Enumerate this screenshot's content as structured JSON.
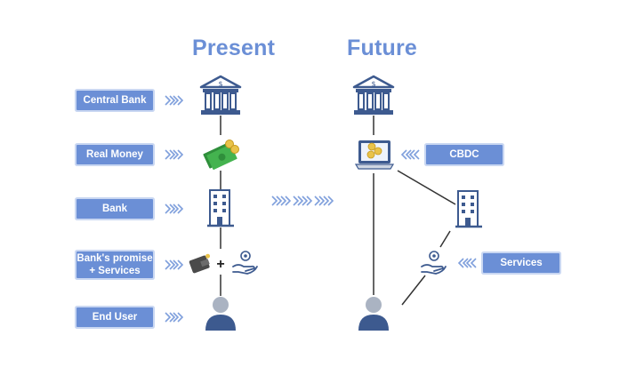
{
  "titles": {
    "present": "Present",
    "future": "Future"
  },
  "present_labels": {
    "central_bank": "Central Bank",
    "real_money": "Real Money",
    "bank": "Bank",
    "banks_promise_line1": "Bank's promise",
    "banks_promise_line2": "+ Services",
    "end_user": "End User"
  },
  "future_labels": {
    "cbdc": "CBDC",
    "services": "Services"
  },
  "plus_sign": "+",
  "colors": {
    "accent": "#6b8fd6",
    "icon_navy": "#3d5a8f",
    "money_green": "#3fae4a",
    "coin_gold": "#e9c34a",
    "user_gray": "#aab3c2",
    "line": "#333333"
  }
}
